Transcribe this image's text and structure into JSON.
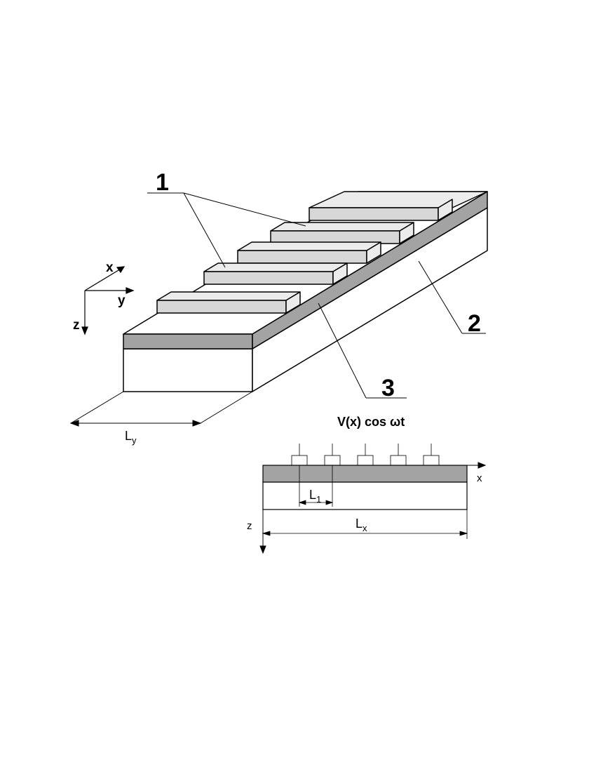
{
  "labels": {
    "electrodes": "1",
    "substrate": "2",
    "layer": "3",
    "axis_x": "x",
    "axis_y": "y",
    "axis_z": "z",
    "width_main": "L",
    "width_sub": "y",
    "formula": "V(x) cos ωt",
    "section_x": "x",
    "section_z": "z",
    "period_main": "L",
    "period_sub": "1",
    "length_main": "L",
    "length_sub": "x"
  },
  "colors": {
    "layer": "#a3a3a3",
    "electrode_top": "#ececec",
    "electrode_front": "#d7d7d7",
    "body": "#ffffff",
    "line": "#000000"
  },
  "electrode_count": 5
}
